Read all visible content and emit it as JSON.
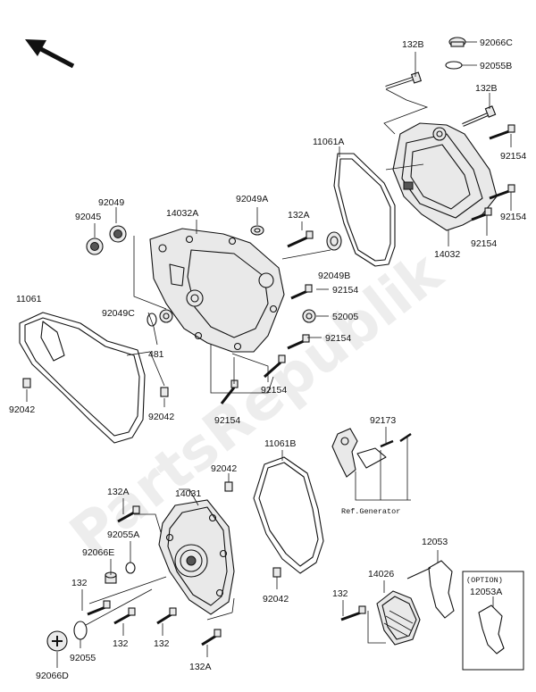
{
  "diagram": {
    "watermark": "PartsRepublik",
    "ref_note": "Ref.Generator",
    "option_note": "(OPTION)",
    "labels": {
      "l_132b_top": "132B",
      "l_92066c": "92066C",
      "l_92055b": "92055B",
      "l_132b_mid": "132B",
      "l_11061a": "11061A",
      "l_92154_r1": "92154",
      "l_92154_r2": "92154",
      "l_92154_r3": "92154",
      "l_14032": "14032",
      "l_92049": "92049",
      "l_92045": "92045",
      "l_14032a": "14032A",
      "l_92049a": "92049A",
      "l_132a_top": "132A",
      "l_92049b": "92049B",
      "l_92154_m1": "92154",
      "l_92049c": "92049C",
      "l_52005": "52005",
      "l_11061": "11061",
      "l_481": "481",
      "l_92154_m2": "92154",
      "l_92042_l": "92042",
      "l_92042_m": "92042",
      "l_92154_b1": "92154",
      "l_92154_b2": "92154",
      "l_92173": "92173",
      "l_11061b": "11061B",
      "l_92042_c": "92042",
      "l_132a_l": "132A",
      "l_14031": "14031",
      "l_92055a": "92055A",
      "l_92066e": "92066E",
      "l_12053": "12053",
      "l_132_l": "132",
      "l_14026": "14026",
      "l_12053a": "12053A",
      "l_92042_b": "92042",
      "l_132_r": "132",
      "l_132_b1": "132",
      "l_132_b2": "132",
      "l_92055": "92055",
      "l_132a_b": "132A",
      "l_92066d": "92066D"
    }
  }
}
